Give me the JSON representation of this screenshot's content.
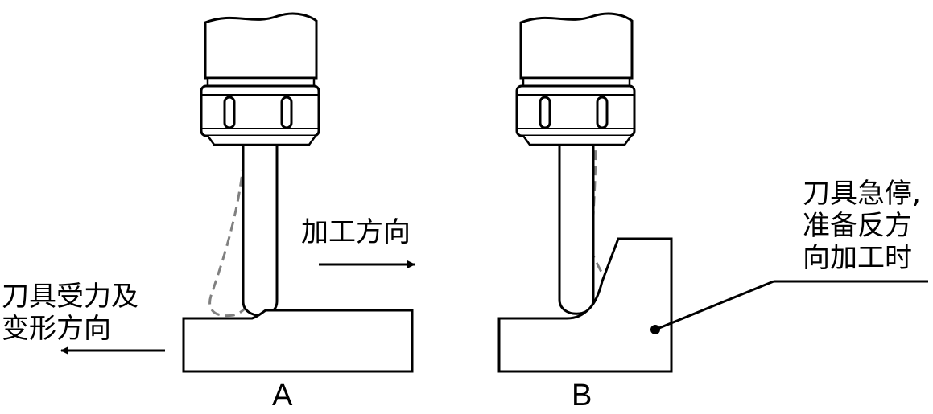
{
  "panels": [
    {
      "id": "A",
      "label": "A"
    },
    {
      "id": "B",
      "label": "B"
    }
  ],
  "annotations": {
    "left_force_line1": "刀具受力及",
    "left_force_line2": "变形方向",
    "feed_direction": "加工方向",
    "right_stop_line1": "刀具急停,",
    "right_stop_line2": "准备反方",
    "right_stop_line3": "向加工时"
  },
  "colors": {
    "stroke": "#000000",
    "deflection_dash": "#808080",
    "background": "#ffffff"
  }
}
